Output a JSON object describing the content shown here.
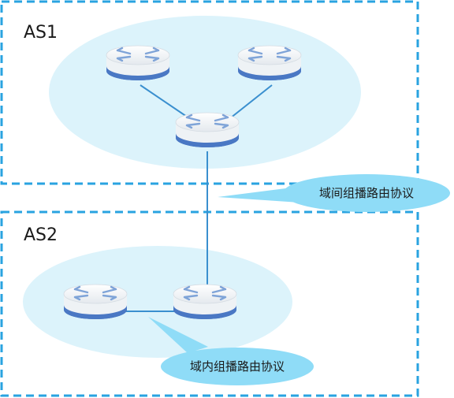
{
  "domains": [
    {
      "id": "as1",
      "label": "AS1"
    },
    {
      "id": "as2",
      "label": "AS2"
    }
  ],
  "callouts": {
    "inter": "域间组播路由协议",
    "intra": "域内组播路由协议"
  },
  "colors": {
    "dash": "#29a3e0",
    "cloud": "#dcf3fb",
    "callout": "#8fdcf7",
    "link": "#3a8fcf",
    "router_top": "#f3f6f8",
    "router_base": "#4a78c4",
    "router_arrow": "#7fa4d8"
  },
  "routers": [
    {
      "name": "as1-router-left",
      "icon": "router-icon"
    },
    {
      "name": "as1-router-right",
      "icon": "router-icon"
    },
    {
      "name": "as1-router-border",
      "icon": "router-icon"
    },
    {
      "name": "as2-router-left",
      "icon": "router-icon"
    },
    {
      "name": "as2-router-border",
      "icon": "router-icon"
    }
  ]
}
